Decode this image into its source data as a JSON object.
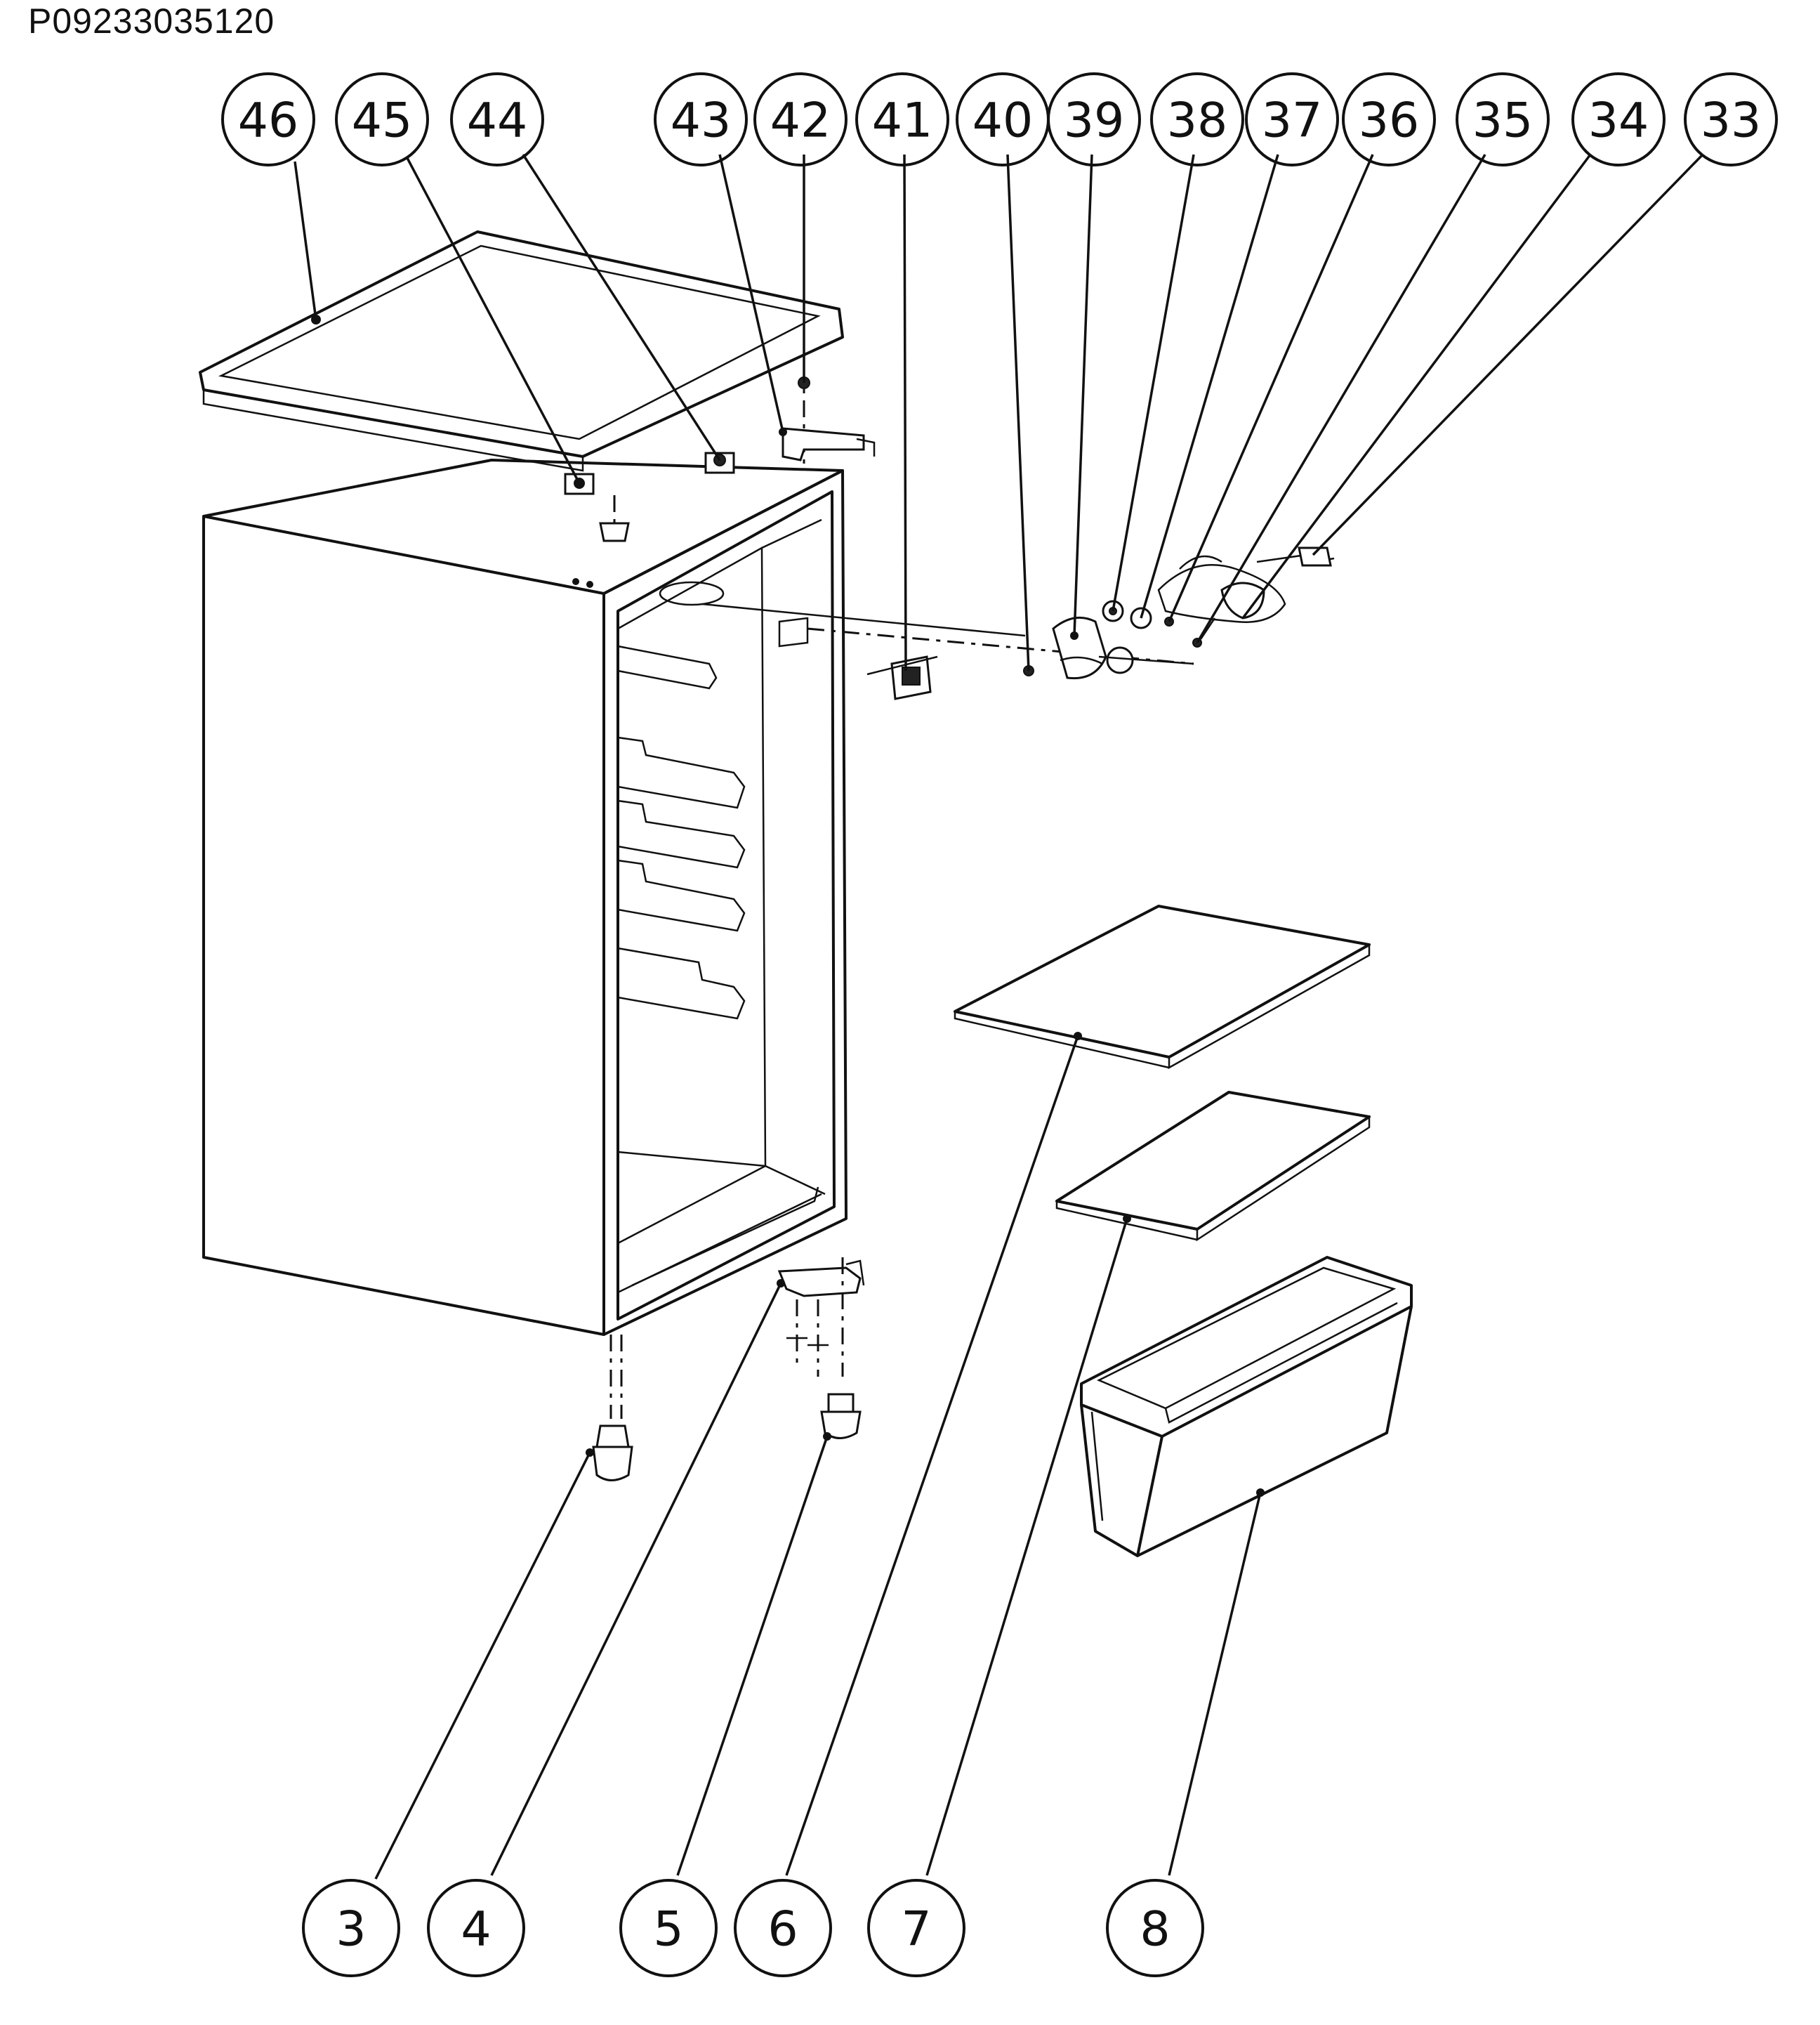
{
  "document": {
    "id": "P09233035120"
  },
  "callouts": {
    "c46": "46",
    "c45": "45",
    "c44": "44",
    "c43": "43",
    "c42": "42",
    "c41": "41",
    "c40": "40",
    "c39": "39",
    "c38": "38",
    "c37": "37",
    "c36": "36",
    "c35": "35",
    "c34": "34",
    "c33": "33",
    "c3": "3",
    "c4": "4",
    "c5": "5",
    "c6": "6",
    "c7": "7",
    "c8": "8"
  }
}
